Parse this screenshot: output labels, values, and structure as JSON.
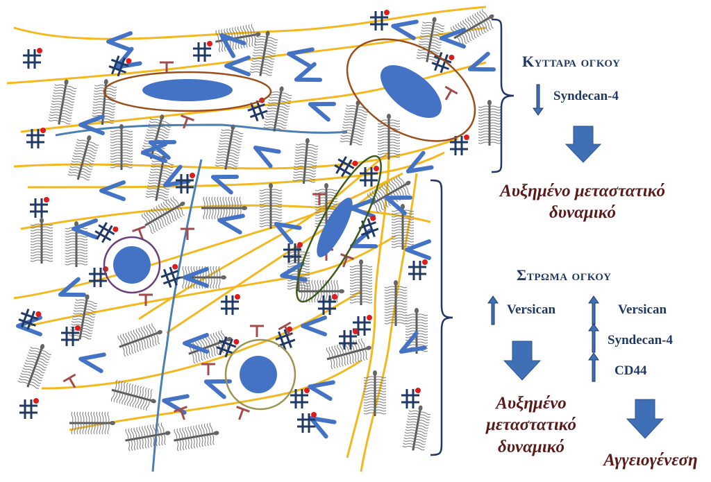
{
  "tumor_cells": {
    "title": "Κυτταρα ογκου",
    "marker": "Syndecan-4",
    "marker_direction": "down",
    "outcome": "Αυξημένο μεταστατικό δυναμικό"
  },
  "tumor_stroma": {
    "title": "Στρωμα ογκου",
    "left_column": {
      "marker": "Versican",
      "marker_direction": "up",
      "outcome_line1": "Αυξημένο",
      "outcome_line2": "μεταστατικό",
      "outcome_line3": "δυναμικό"
    },
    "right_column": {
      "markers": [
        "Versican",
        "Syndecan-4",
        "CD44"
      ],
      "marker_direction": "up",
      "outcome": "Αγγειογένεση"
    }
  },
  "colors": {
    "text_blue": "#1f3864",
    "text_red": "#5a1a1a",
    "arrow_blue": "#3f6fb5",
    "cell_blue": "#4472c4",
    "collagen_yellow": "#f2b81e",
    "fiber_blue": "#4a7fb5"
  }
}
